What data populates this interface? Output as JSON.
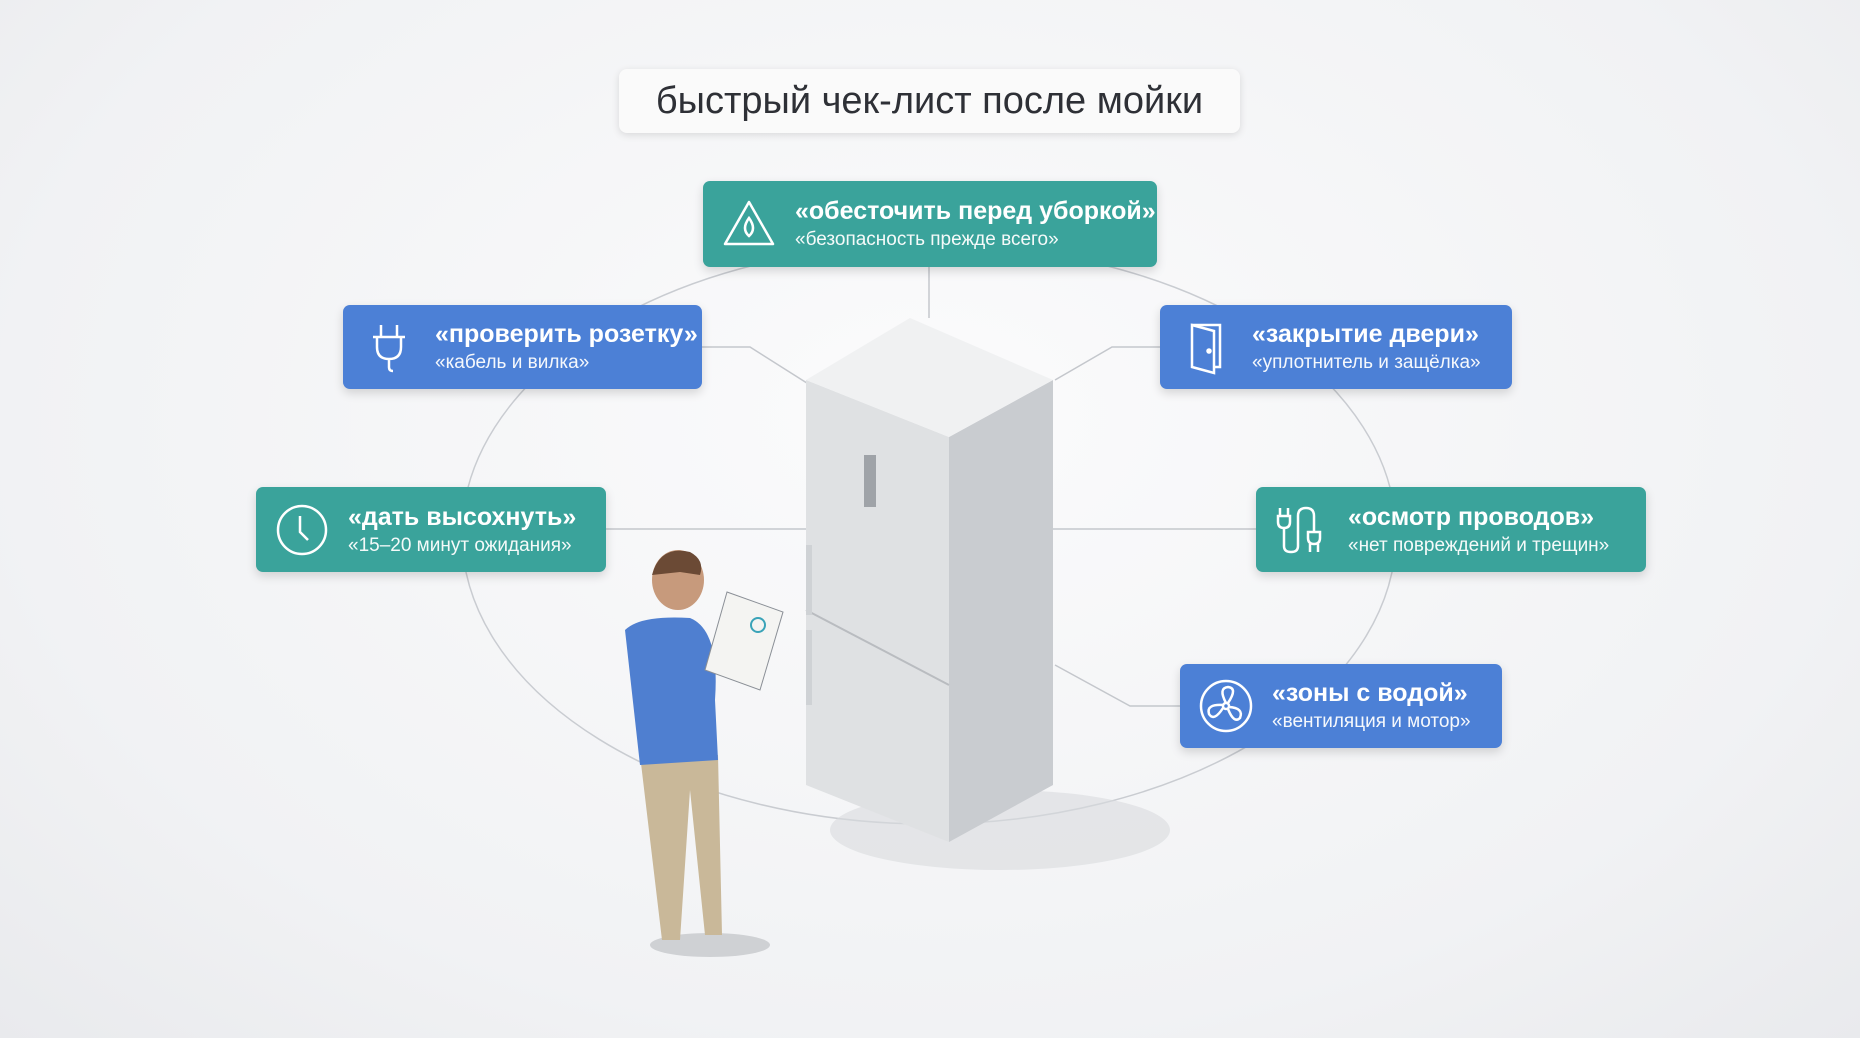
{
  "title": "быстрый чек-лист после мойки",
  "colors": {
    "teal": "#3aa39b",
    "blue": "#4c80d6"
  },
  "cards": [
    {
      "heading": "«обесточить перед уборкой»",
      "sub": "«безопасность прежде всего»",
      "icon": "warning-drop-icon",
      "color": "teal"
    },
    {
      "heading": "«проверить розетку»",
      "sub": "«кабель и вилка»",
      "icon": "plug-icon",
      "color": "blue"
    },
    {
      "heading": "«закрытие двери»",
      "sub": "«уплотнитель и защёлка»",
      "icon": "door-icon",
      "color": "blue"
    },
    {
      "heading": "«дать высохнуть»",
      "sub": "«15–20 минут ожидания»",
      "icon": "clock-icon",
      "color": "teal"
    },
    {
      "heading": "«осмотр проводов»",
      "sub": "«нет повреждений и трещин»",
      "icon": "cable-icon",
      "color": "teal"
    },
    {
      "heading": "«зоны с водой»",
      "sub": "«вентиляция и мотор»",
      "icon": "fan-icon",
      "color": "blue"
    }
  ]
}
